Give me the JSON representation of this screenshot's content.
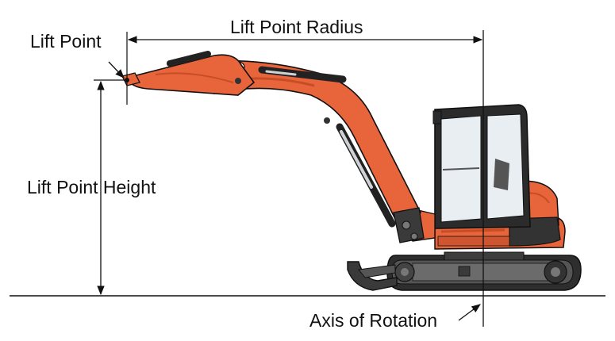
{
  "diagram": {
    "labels": {
      "lift_point": "Lift Point",
      "lift_point_radius": "Lift Point Radius",
      "lift_point_height": "Lift Point Height",
      "axis_of_rotation": "Axis of Rotation"
    },
    "colors": {
      "machine_body": "#e8653b",
      "machine_shadow": "#c84d26",
      "cab_frame": "#2b2b2b",
      "glass": "#e9eef2",
      "track": "#3a3a3a",
      "track_dark": "#1e1e1e",
      "line": "#111111"
    }
  }
}
